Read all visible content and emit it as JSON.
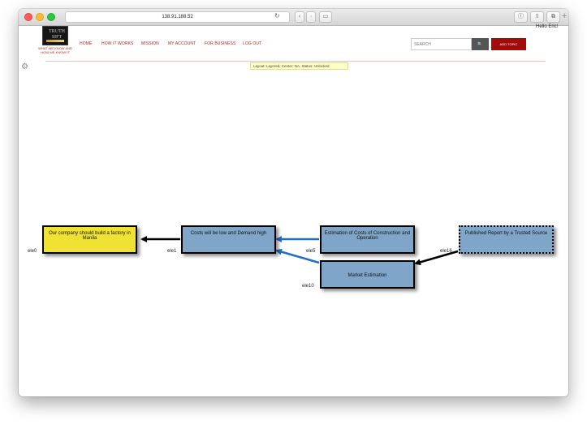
{
  "browser": {
    "url": "138.91.188.52",
    "reload_icon": "↻",
    "back_icon": "‹",
    "forward_icon": "›",
    "sidebar_icon": "▭",
    "info_icon": "ⓘ",
    "share_icon": "⇧",
    "tabs_icon": "⧉",
    "new_tab_icon": "+"
  },
  "site": {
    "logo_text": "TRUTH SIFT",
    "tagline": "WHAT WE KNOW AND HOW WE KNOW IT",
    "nav": [
      "HOME",
      "HOW IT WORKS",
      "MISSION",
      "MY ACCOUNT",
      "FOR BUSINESS",
      "LOG OUT"
    ],
    "search_placeholder": "SEARCH",
    "search_icon": "🔍",
    "add_topic_label": "ADD TOPIC",
    "greeting": "Hello Eric!"
  },
  "toolbar": {
    "gear_icon": "⚙",
    "layout_status": "Layout: Layered, Center: NA, Status: Unlocked"
  },
  "graph": {
    "nodes": [
      {
        "id": "ele0",
        "text": "Our company should build a factory in Manila",
        "style": "yellow"
      },
      {
        "id": "ele1",
        "text": "Costs will be low and Demand high",
        "style": "blue"
      },
      {
        "id": "ele5",
        "text": "Estimation of Costs of Construction and Operation",
        "style": "blue"
      },
      {
        "id": "ele10",
        "text": "Market Estimation",
        "style": "blue"
      },
      {
        "id": "ele16",
        "text": "Published Report by a Trusted Source",
        "style": "blue-dotted"
      }
    ],
    "edges": [
      {
        "from": "ele1",
        "to": "ele0",
        "color": "#000000"
      },
      {
        "from": "ele5",
        "to": "ele1",
        "color": "#1f6fc9"
      },
      {
        "from": "ele10",
        "to": "ele1",
        "color": "#1f6fc9"
      },
      {
        "from": "ele16",
        "to": "ele10",
        "color": "#000000"
      }
    ]
  },
  "colors": {
    "nav_red": "#b22222",
    "add_topic_red": "#a10d0d",
    "node_yellow": "#f0e233",
    "node_blue": "#7fa6c8",
    "edge_blue": "#1f6fc9"
  }
}
